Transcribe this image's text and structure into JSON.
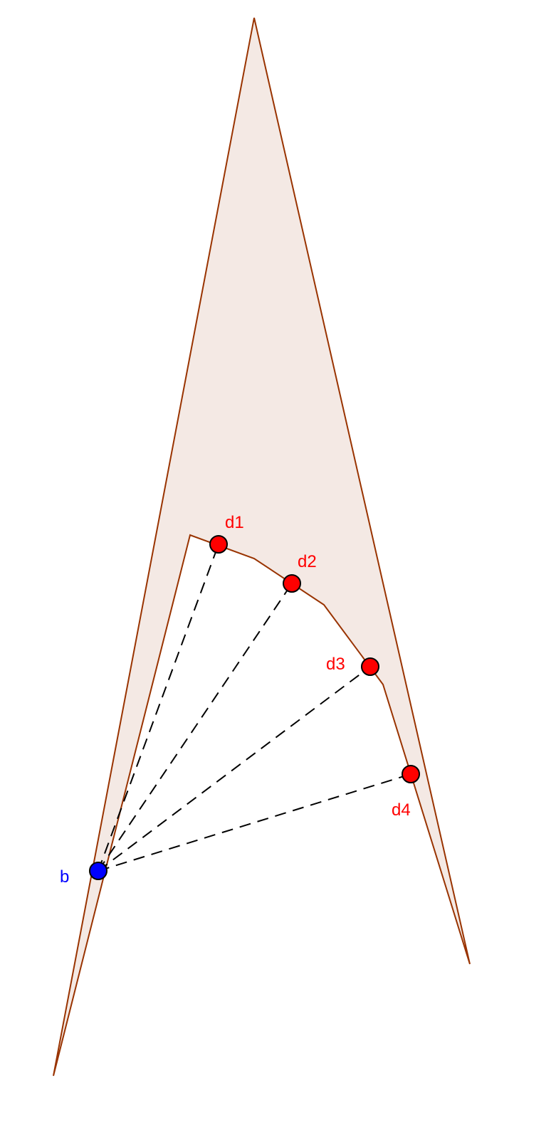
{
  "colors": {
    "fill": "#f4e9e4",
    "edge": "#993300",
    "dash": "#000000",
    "point_d": "#ff0000",
    "point_b": "#0000ff",
    "label_d": "#ff0000",
    "label_b": "#0000ff"
  },
  "points": {
    "b": {
      "label": "b"
    },
    "d1": {
      "label": "d1"
    },
    "d2": {
      "label": "d2"
    },
    "d3": {
      "label": "d3"
    },
    "d4": {
      "label": "d4"
    }
  }
}
